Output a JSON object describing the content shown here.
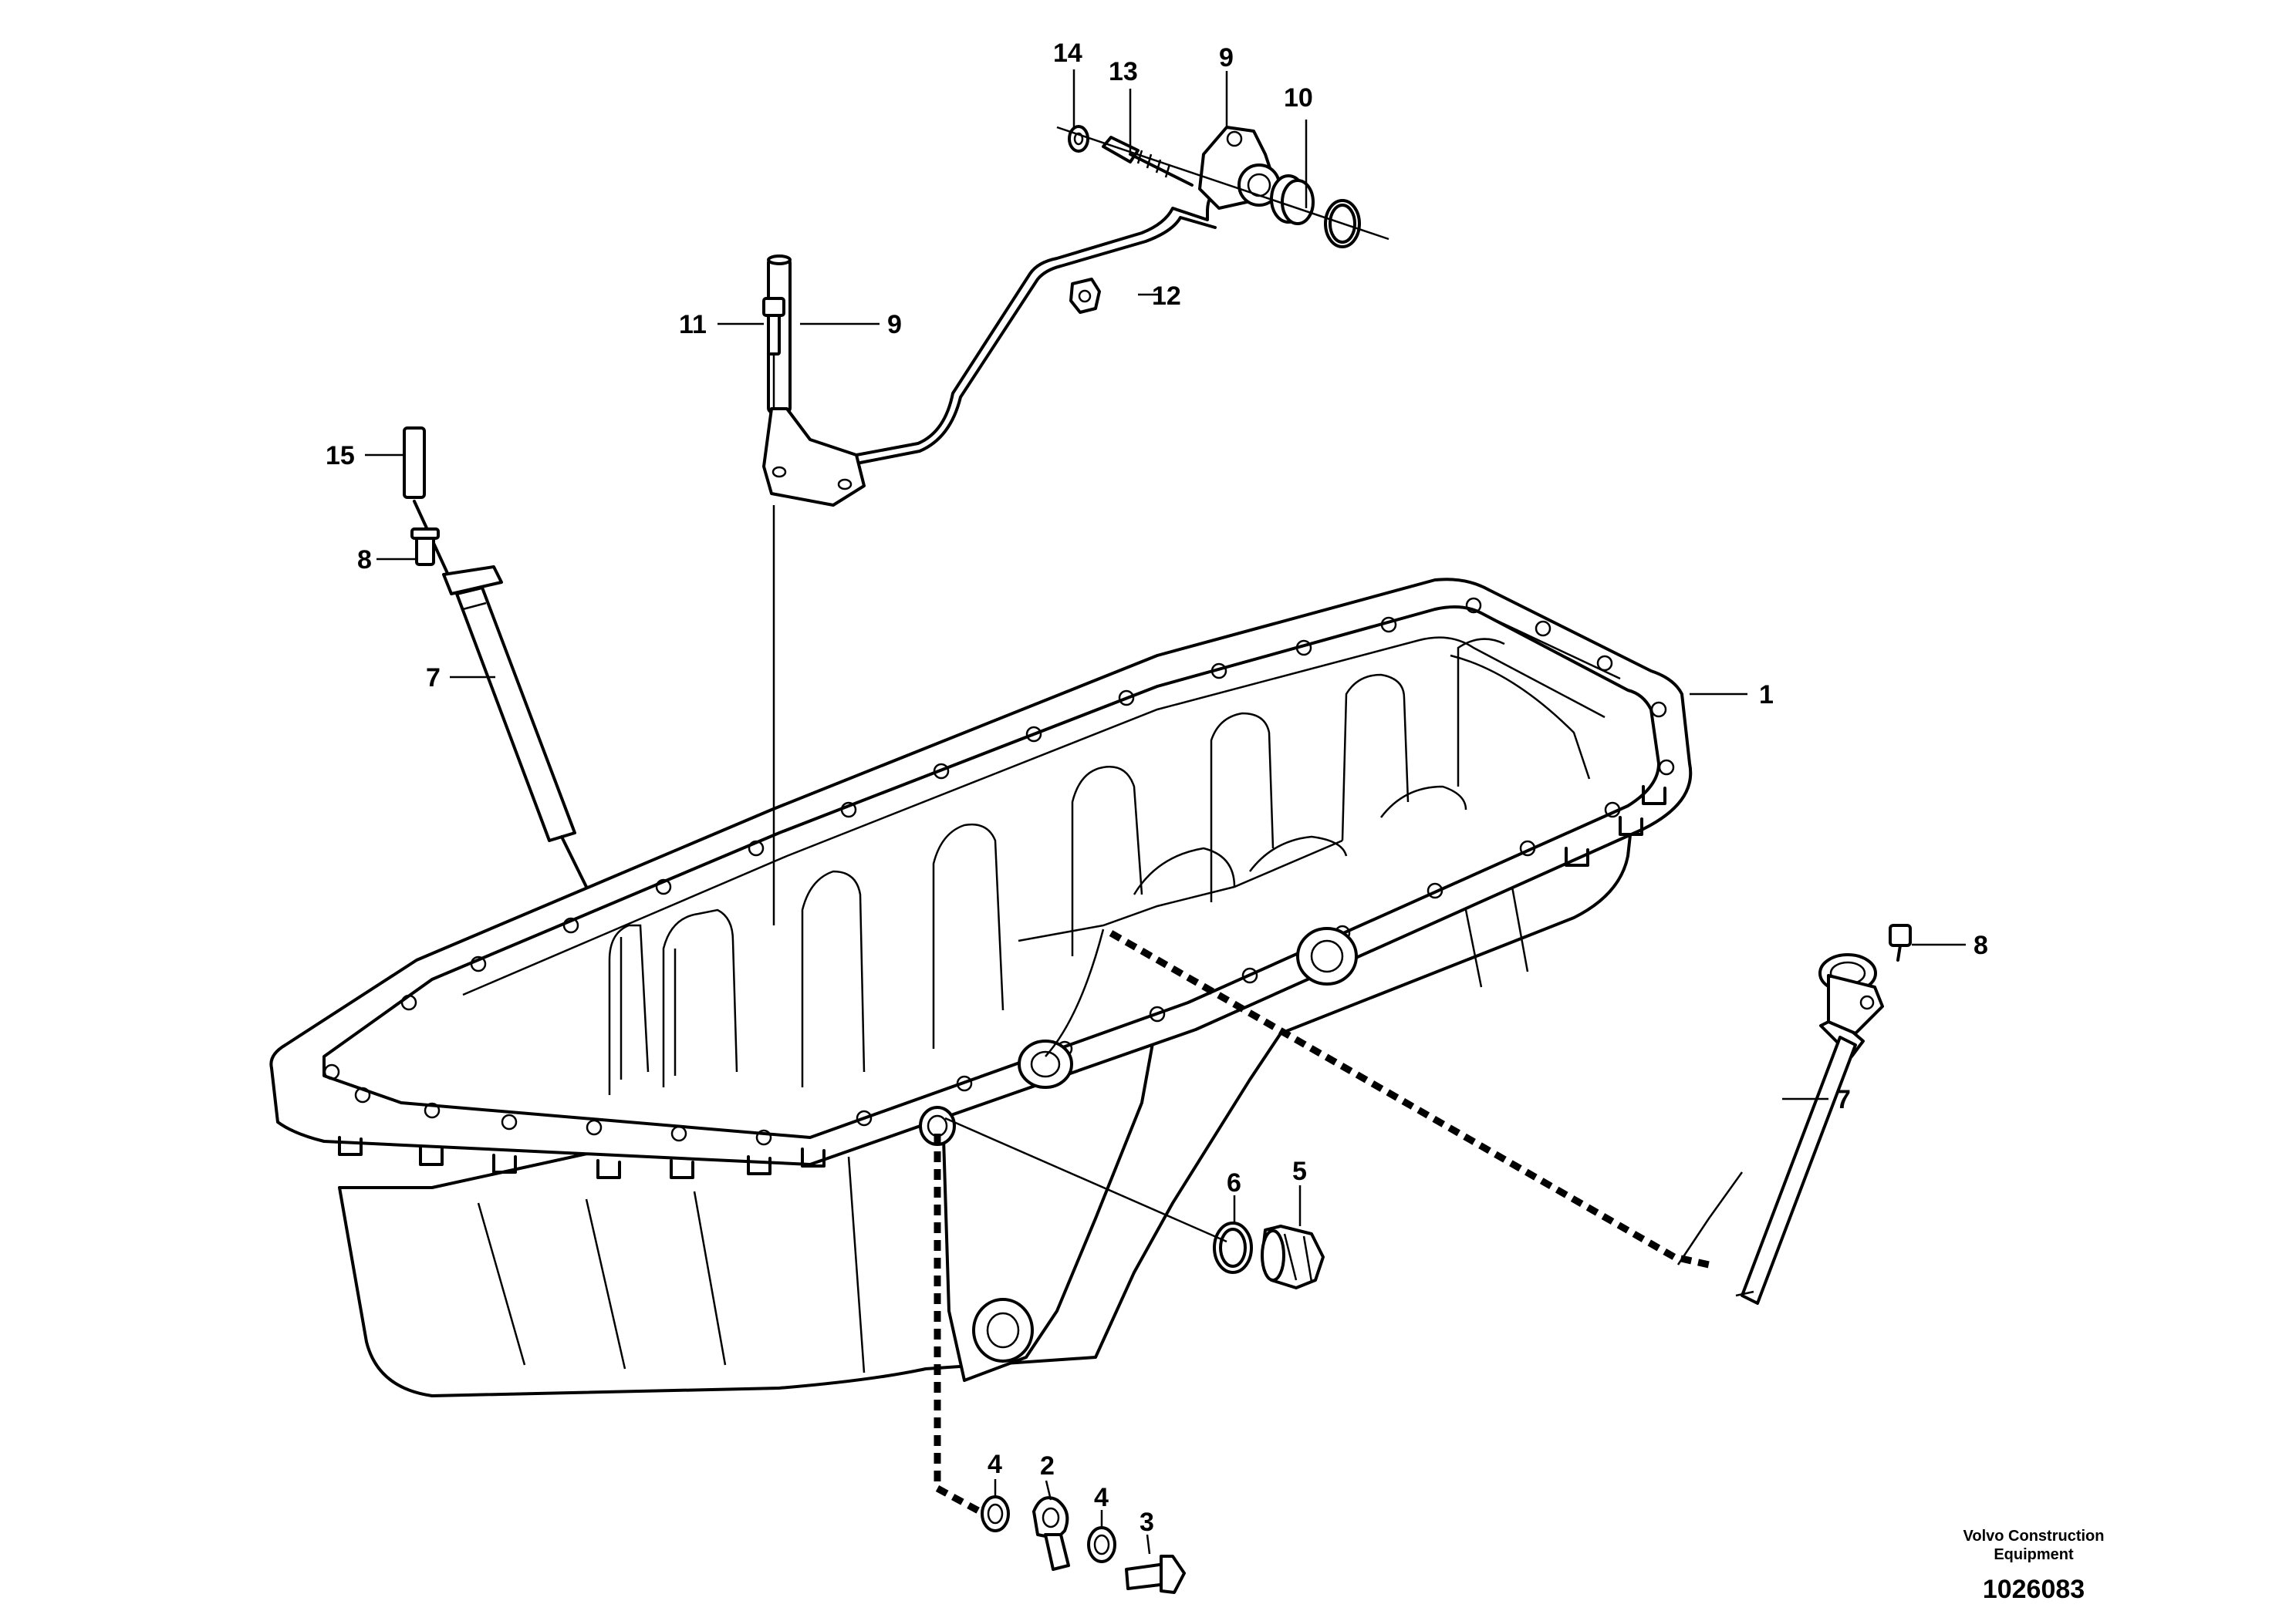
{
  "callouts": {
    "c1": "1",
    "c2": "2",
    "c3": "3",
    "c4a": "4",
    "c4b": "4",
    "c5": "5",
    "c6": "6",
    "c7a": "7",
    "c7b": "7",
    "c8a": "8",
    "c8b": "8",
    "c9a": "9",
    "c9b": "9",
    "c10": "10",
    "c11": "11",
    "c12": "12",
    "c13": "13",
    "c14": "14",
    "c15": "15"
  },
  "footer": {
    "brand_line1": "Volvo Construction",
    "brand_line2": "Equipment",
    "reference_number": "1026083"
  }
}
